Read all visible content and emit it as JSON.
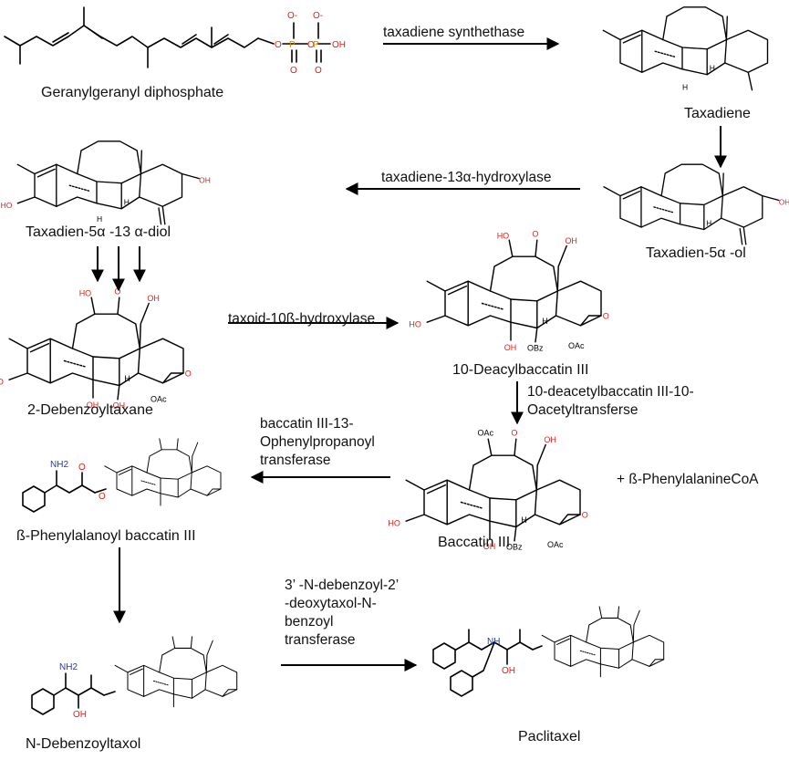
{
  "compounds": {
    "ggpp": "Geranylgeranyl diphosphate",
    "taxadiene": "Taxadiene",
    "taxadienol": "Taxadien-5α -ol",
    "diol": "Taxadien-5α  -13 α-diol",
    "debenzoyltaxane": "2-Debenzoyltaxane",
    "dab": "10-Deacylbaccatin III",
    "baccatin": "Baccatin III",
    "phenylalanoyl": "ß-Phenylalanoyl baccatin III",
    "ndebenzoyltaxol": "N-Debenzoyltaxol",
    "paclitaxel": "Paclitaxel"
  },
  "enzymes": {
    "e1": "taxadiene synthethase",
    "e2": "taxadiene-13α-hydroxylase",
    "e3": "taxoid-10ß-hydroxylase",
    "e4_l1": "10-deacetylbaccatin III-10-",
    "e4_l2": "Oacetyltransferse",
    "e5_l1": "baccatin III-13-",
    "e5_l2": "Ophenylpropanoyl",
    "e5_l3": "transferase",
    "e6_l1": "3’ -N-debenzoyl-2’",
    "e6_l2": "-deoxytaxol-N-",
    "e6_l3": "benzoyl",
    "e6_l4": "transferase"
  },
  "cofactor": "+ ß-PhenylalanineCoA",
  "atoms": {
    "o": "O",
    "o_minus": "O-",
    "oh": "OH",
    "ho": "HO",
    "p": "P",
    "h": "H",
    "oac": "OAc",
    "obz": "OBz",
    "nh2": "NH2",
    "nh": "NH"
  },
  "colors": {
    "oxygen": "#e0201b",
    "phosphorus": "#e08a00",
    "nitrogen": "#2b3aa8",
    "ink": "#000000"
  }
}
